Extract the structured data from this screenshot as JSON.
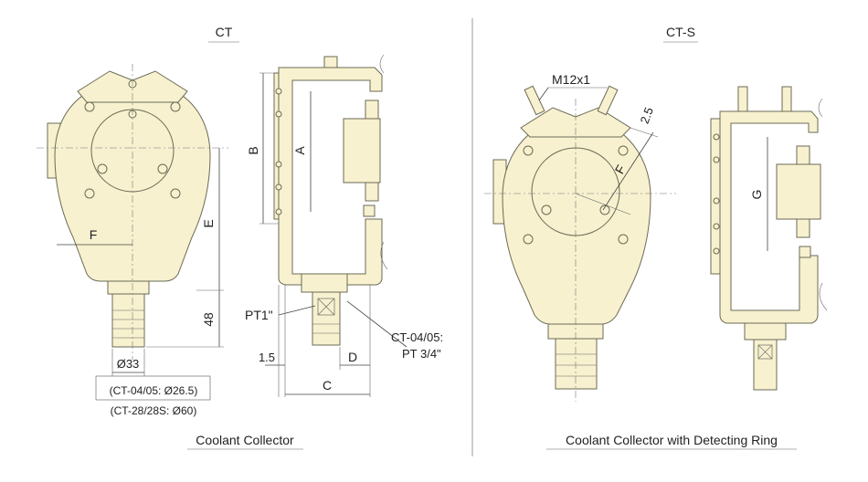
{
  "left_panel": {
    "title": "CT",
    "caption": "Coolant Collector",
    "dims": {
      "B": "B",
      "A": "A",
      "E": "E",
      "F": "F",
      "d48": "48",
      "pt1": "PT1\"",
      "d15": "1.5",
      "D": "D",
      "C": "C",
      "ct0405_line1": "CT-04/05:",
      "ct0405_line2": "PT 3/4\"",
      "dia33": "Ø33",
      "dia_ct0405": "(CT-04/05: Ø26.5)",
      "dia_ct28": "(CT-28/28S: Ø60)"
    }
  },
  "right_panel": {
    "title": "CT-S",
    "caption": "Coolant Collector with Detecting Ring",
    "dims": {
      "m12": "M12x1",
      "d25": "2.5",
      "F": "F",
      "G": "G"
    }
  },
  "colors": {
    "body": "#f7f1cf",
    "outline": "#6b6a55"
  }
}
